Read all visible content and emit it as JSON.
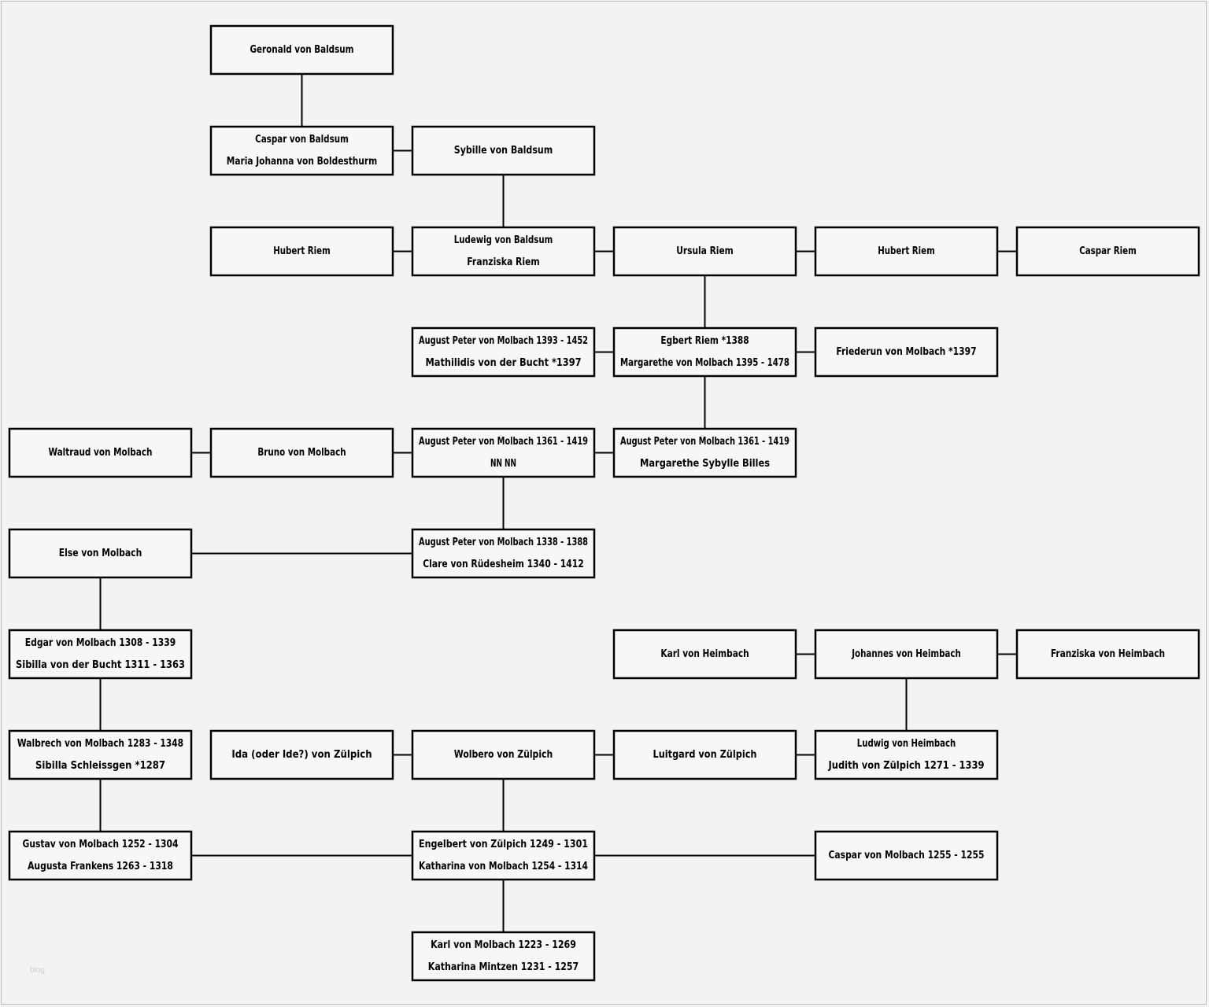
{
  "persons": {
    "geronald": [
      "Geronald von Baldsum"
    ],
    "caspar_baldsum": [
      "Caspar von Baldsum",
      "Maria Johanna von Boldesthurm"
    ],
    "sybille": [
      "Sybille von Baldsum"
    ],
    "hubert_riem_1": [
      "Hubert Riem"
    ],
    "ludewig": [
      "Ludewig von Baldsum",
      "Franziska Riem"
    ],
    "ursula": [
      "Ursula Riem"
    ],
    "hubert_riem_2": [
      "Hubert Riem"
    ],
    "caspar_riem": [
      "Caspar Riem"
    ],
    "august_1393": [
      "August Peter von Molbach 1393 - 1452",
      "Mathilidis von der Bucht *1397"
    ],
    "egbert": [
      "Egbert Riem *1388",
      "Margarethe von Molbach 1395 - 1478"
    ],
    "friederun": [
      "Friederun von Molbach *1397"
    ],
    "waltraud": [
      "Waltraud von Molbach"
    ],
    "bruno": [
      "Bruno von Molbach"
    ],
    "august_1361_a": [
      "August Peter von Molbach 1361 - 1419",
      "NN NN"
    ],
    "august_1361_b": [
      "August Peter von Molbach 1361 - 1419",
      "Margarethe Sybylle Billes"
    ],
    "else": [
      "Else von Molbach"
    ],
    "august_1338": [
      "August Peter von Molbach 1338 - 1388",
      "Clare von Rüdesheim 1340 - 1412"
    ],
    "edgar": [
      "Edgar von Molbach 1308 - 1339",
      "Sibilla von der Bucht 1311 - 1363"
    ],
    "karl_heimbach": [
      "Karl von Heimbach"
    ],
    "johannes_heimbach": [
      "Johannes von Heimbach"
    ],
    "franziska_heimbach": [
      "Franziska von Heimbach"
    ],
    "walbrech": [
      "Walbrech von Molbach 1283 - 1348",
      "Sibilla Schleissgen *1287"
    ],
    "ida": [
      "Ida (oder Ide?) von Zülpich"
    ],
    "wolbero": [
      "Wolbero von Zülpich"
    ],
    "luitgard": [
      "Luitgard von Zülpich"
    ],
    "ludwig_heimbach": [
      "Ludwig von Heimbach",
      "Judith von Zülpich 1271 - 1339"
    ],
    "gustav": [
      "Gustav von Molbach 1252 - 1304",
      "Augusta Frankens 1263 - 1318"
    ],
    "engelbert": [
      "Engelbert von Zülpich 1249 - 1301",
      "Katharina von Molbach 1254 - 1314"
    ],
    "caspar_molbach": [
      "Caspar von Molbach 1255 - 1255"
    ],
    "karl_molbach": [
      "Karl von Molbach 1223 - 1269",
      "Katharina Mintzen 1231 - 1257"
    ]
  },
  "links": [
    [
      "geronald",
      "caspar_baldsum"
    ],
    [
      "caspar_baldsum",
      "sybille"
    ],
    [
      "sybille",
      "ludewig"
    ],
    [
      "hubert_riem_1",
      "ludewig"
    ],
    [
      "ludewig",
      "ursula"
    ],
    [
      "ursula",
      "hubert_riem_2"
    ],
    [
      "hubert_riem_2",
      "caspar_riem"
    ],
    [
      "ursula",
      "egbert"
    ],
    [
      "august_1393",
      "egbert"
    ],
    [
      "egbert",
      "friederun"
    ],
    [
      "egbert",
      "august_1361_b"
    ],
    [
      "waltraud",
      "bruno"
    ],
    [
      "bruno",
      "august_1361_a"
    ],
    [
      "august_1361_a",
      "august_1361_b"
    ],
    [
      "august_1361_a",
      "august_1338"
    ],
    [
      "else",
      "august_1338"
    ],
    [
      "else",
      "edgar"
    ],
    [
      "edgar",
      "walbrech"
    ],
    [
      "karl_heimbach",
      "johannes_heimbach"
    ],
    [
      "johannes_heimbach",
      "franziska_heimbach"
    ],
    [
      "johannes_heimbach",
      "ludwig_heimbach"
    ],
    [
      "ida",
      "wolbero"
    ],
    [
      "wolbero",
      "luitgard"
    ],
    [
      "luitgard",
      "ludwig_heimbach"
    ],
    [
      "walbrech",
      "gustav"
    ],
    [
      "wolbero",
      "engelbert"
    ],
    [
      "gustav",
      "engelbert"
    ],
    [
      "engelbert",
      "caspar_molbach"
    ],
    [
      "engelbert",
      "karl_molbach"
    ]
  ],
  "watermark": "blog"
}
